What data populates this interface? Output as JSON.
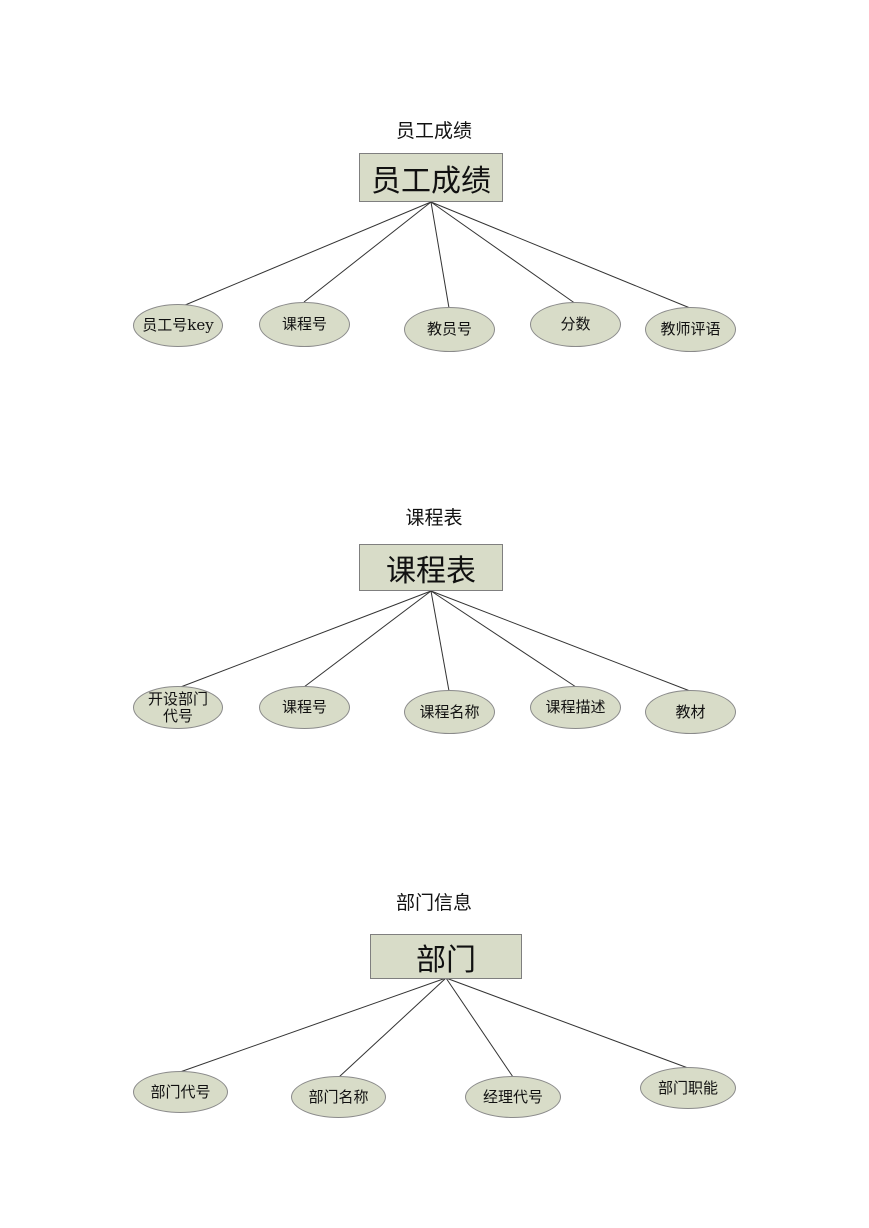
{
  "diagrams": [
    {
      "caption": "员工成绩",
      "entity": "员工成绩",
      "attributes": [
        "员工号key",
        "课程号",
        "教员号",
        "分数",
        "教师评语"
      ]
    },
    {
      "caption": "课程表",
      "entity": "课程表",
      "attributes": [
        "开设部门\n代号",
        "课程号",
        "课程名称",
        "课程描述",
        "教材"
      ]
    },
    {
      "caption": "部门信息",
      "entity": "部门",
      "attributes": [
        "部门代号",
        "部门名称",
        "经理代号",
        "部门职能"
      ]
    }
  ],
  "colors": {
    "node_fill": "#d8dcc8",
    "border": "#7f7f7f",
    "line": "#333333"
  }
}
